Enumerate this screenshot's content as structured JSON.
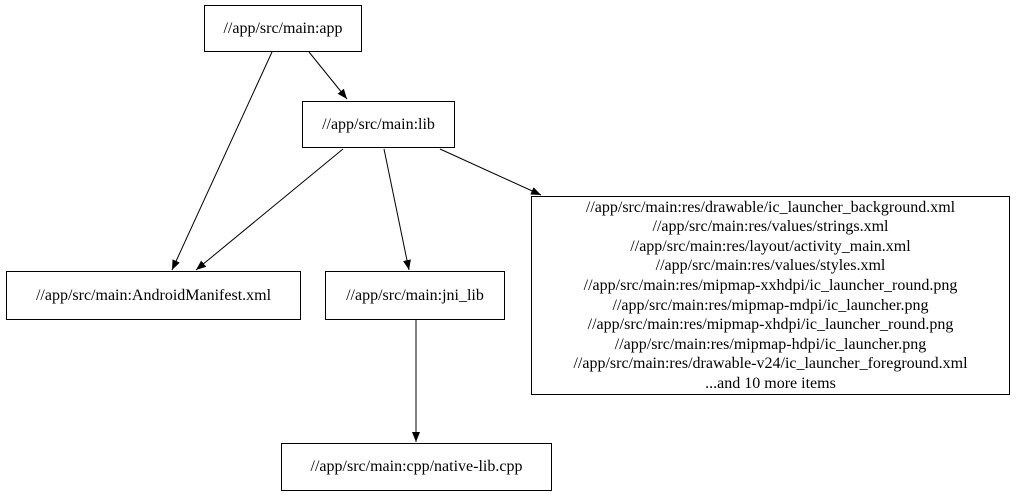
{
  "diagram": {
    "type": "dependency-graph",
    "background_color": "#ffffff",
    "node_border_color": "#000000",
    "edge_color": "#000000",
    "text_color": "#000000",
    "nodes": {
      "app": {
        "label": "//app/src/main:app"
      },
      "lib": {
        "label": "//app/src/main:lib"
      },
      "android_manifest": {
        "label": "//app/src/main:AndroidManifest.xml"
      },
      "jni_lib": {
        "label": "//app/src/main:jni_lib"
      },
      "res_filegroup": {
        "lines": [
          "//app/src/main:res/drawable/ic_launcher_background.xml",
          "//app/src/main:res/values/strings.xml",
          "//app/src/main:res/layout/activity_main.xml",
          "//app/src/main:res/values/styles.xml",
          "//app/src/main:res/mipmap-xxhdpi/ic_launcher_round.png",
          "//app/src/main:res/mipmap-mdpi/ic_launcher.png",
          "//app/src/main:res/mipmap-xhdpi/ic_launcher_round.png",
          "//app/src/main:res/mipmap-hdpi/ic_launcher.png",
          "//app/src/main:res/drawable-v24/ic_launcher_foreground.xml",
          "...and 10 more items"
        ]
      },
      "native_lib_cpp": {
        "label": "//app/src/main:cpp/native-lib.cpp"
      }
    },
    "edges": [
      {
        "from": "app",
        "to": "android_manifest"
      },
      {
        "from": "app",
        "to": "lib"
      },
      {
        "from": "lib",
        "to": "android_manifest"
      },
      {
        "from": "lib",
        "to": "jni_lib"
      },
      {
        "from": "lib",
        "to": "res_filegroup"
      },
      {
        "from": "jni_lib",
        "to": "native_lib_cpp"
      }
    ]
  }
}
